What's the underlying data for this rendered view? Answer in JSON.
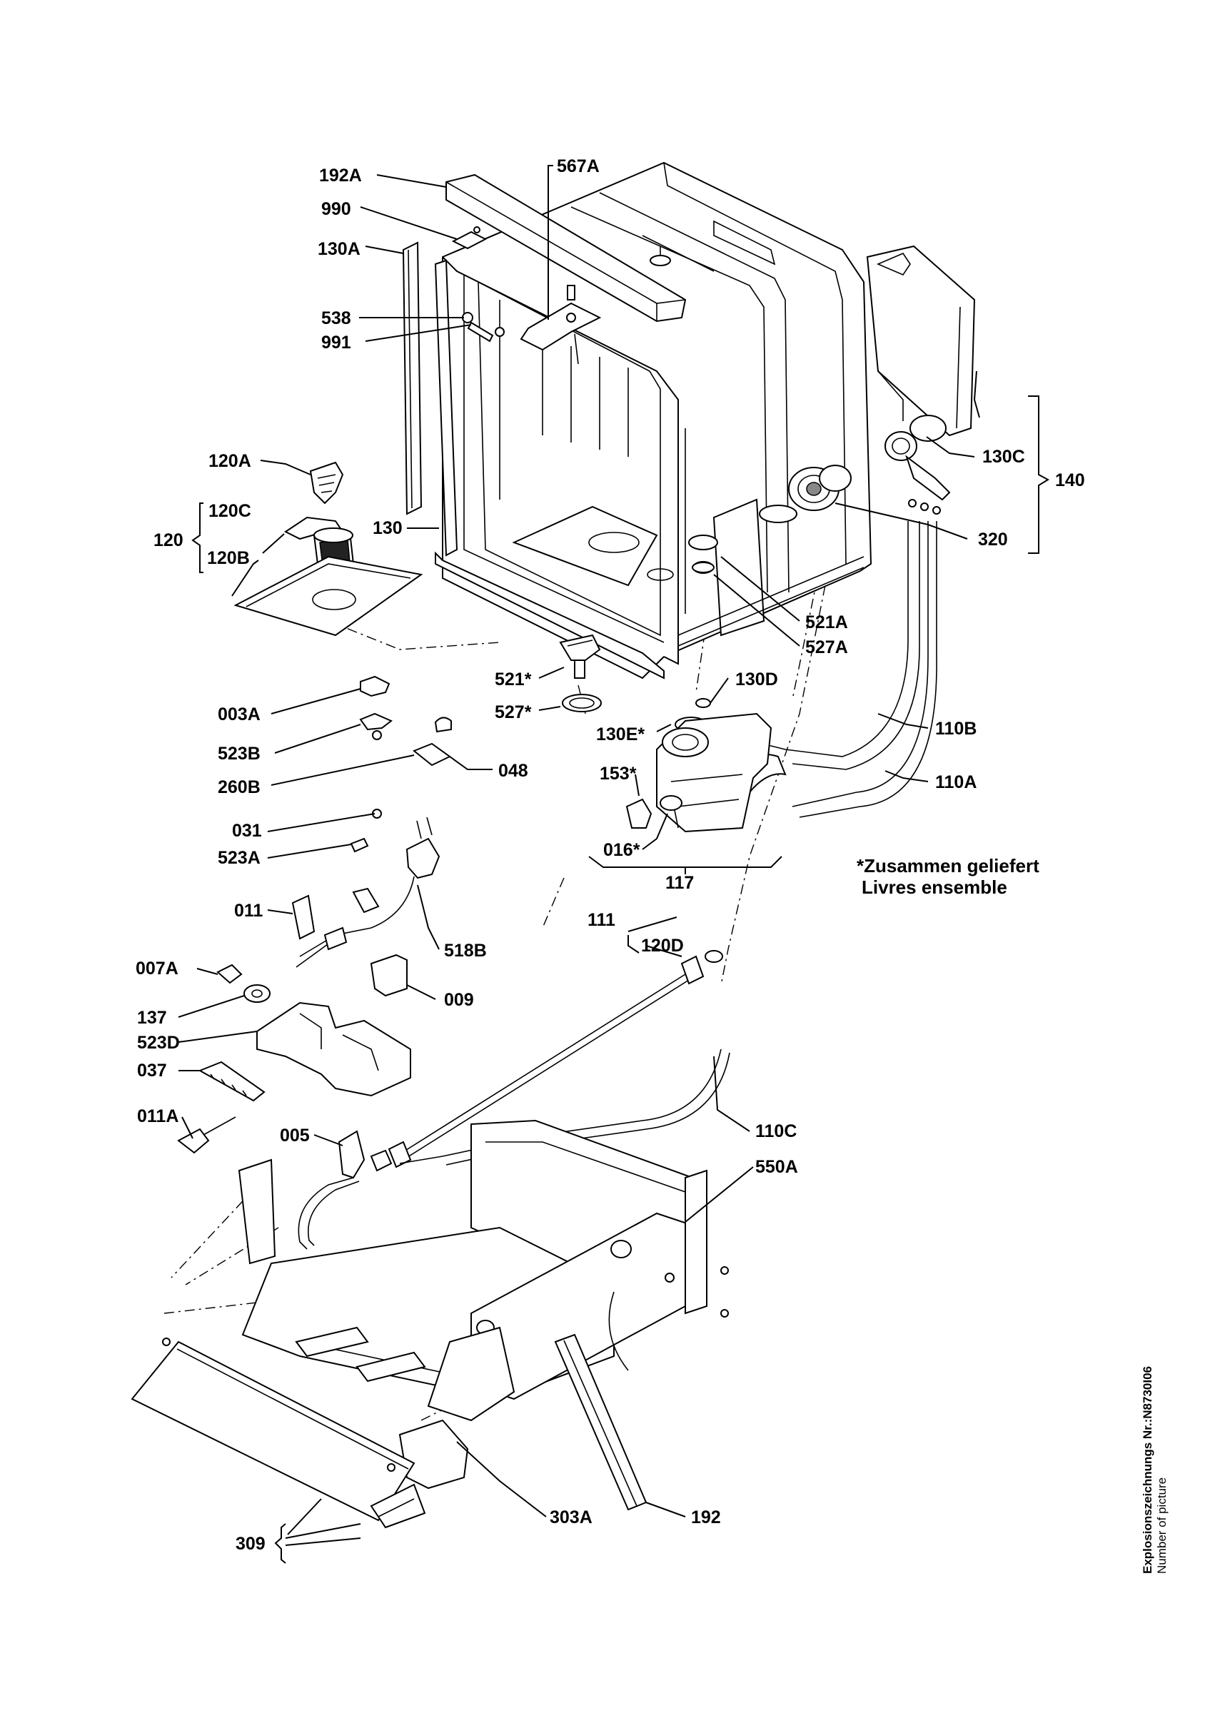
{
  "labels": {
    "l192A": "192A",
    "l567A": "567A",
    "l990": "990",
    "l130A": "130A",
    "l538": "538",
    "l991": "991",
    "l120A": "120A",
    "l120C": "120C",
    "l120": "120",
    "l130": "130",
    "l120B": "120B",
    "l130C": "130C",
    "l140": "140",
    "l320": "320",
    "l521A": "521A",
    "l527A": "527A",
    "l521s": "521*",
    "l527s": "527*",
    "l130D": "130D",
    "l003A": "003A",
    "l523B": "523B",
    "l048": "048",
    "l260B": "260B",
    "l110B": "110B",
    "l130Es": "130E*",
    "l153s": "153*",
    "l110A": "110A",
    "l016s": "016*",
    "l117": "117",
    "l031": "031",
    "l523A": "523A",
    "l011": "011",
    "l518B": "518B",
    "l111": "111",
    "l120D": "120D",
    "l007A": "007A",
    "l009": "009",
    "l137": "137",
    "l523D": "523D",
    "l037": "037",
    "l011A": "011A",
    "l005": "005",
    "l110C": "110C",
    "l550A": "550A",
    "l303A": "303A",
    "l192": "192",
    "l309": "309"
  },
  "note": {
    "line1": "*Zusammen geliefert",
    "line2": "Livres ensemble"
  },
  "side_caption": {
    "title": "Explosionszeichnungs Nr.:N8730I06",
    "subtitle": "Number of picture"
  }
}
